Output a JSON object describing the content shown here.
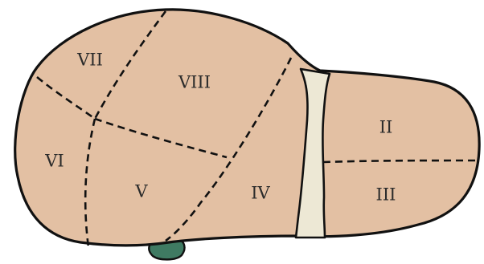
{
  "colors": {
    "liver": "#e3c0a3",
    "ligament": "#ede8d5",
    "gallbladder": "#3f7a62",
    "outline": "#111111",
    "background": "#ffffff"
  },
  "segments": [
    {
      "id": "vii",
      "label": "VII"
    },
    {
      "id": "viii",
      "label": "VIII"
    },
    {
      "id": "vi",
      "label": "VI"
    },
    {
      "id": "v",
      "label": "V"
    },
    {
      "id": "iv",
      "label": "IV"
    },
    {
      "id": "ii",
      "label": "II"
    },
    {
      "id": "iii",
      "label": "III"
    }
  ]
}
